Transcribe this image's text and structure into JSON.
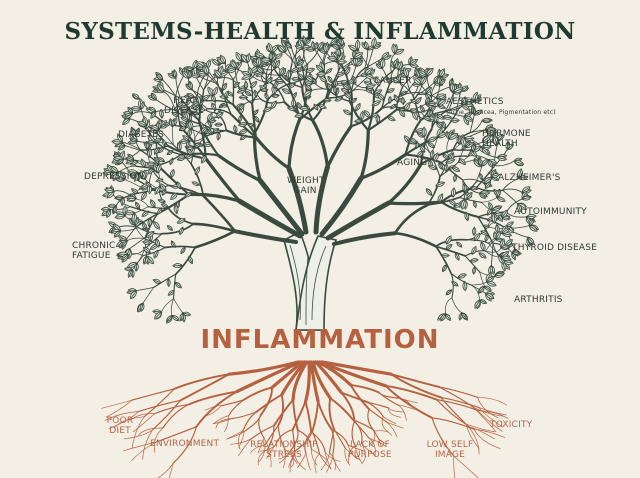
{
  "title": "SYSTEMS-HEALTH & INFLAMMATION",
  "center_label": "INFLAMMATION",
  "colors": {
    "background": "#f3efe4",
    "tree": "#3a4a3e",
    "leaf": "#dfe6d6",
    "roots": "#b5613f",
    "title": "#1f3a2e"
  },
  "branch_labels": {
    "heart_disease": "HEART\nDISEASE",
    "cancer": "CANCER",
    "aesthetics": "AESTHETICS",
    "aesthetics_sub": "(Acne, Rosacea, Pigmentation etc)",
    "diabetes": "DIABETES",
    "hormone_health": "HORMONE\nHEALTH",
    "aging": "AGING",
    "depression": "DEPRESSION",
    "weight_gain": "WEIGHT\nGAIN",
    "alzheimers": "ALZHEIMER'S",
    "autoimmunity": "AUTOIMMUNITY",
    "chronic_fatigue": "CHRONIC\nFATIGUE",
    "thyroid_disease": "THYROID DISEASE",
    "arthritis": "ARTHRITIS"
  },
  "root_labels": {
    "poor_diet": "POOR\nDIET",
    "environment": "ENVIRONMENT",
    "relationship_stress": "RELATIONSHIP\nSTRESS",
    "lack_of_purpose": "LACK OF\nPURPOSE",
    "low_self_image": "LOW SELF\nIMAGE",
    "toxicity": "TOXICITY"
  }
}
